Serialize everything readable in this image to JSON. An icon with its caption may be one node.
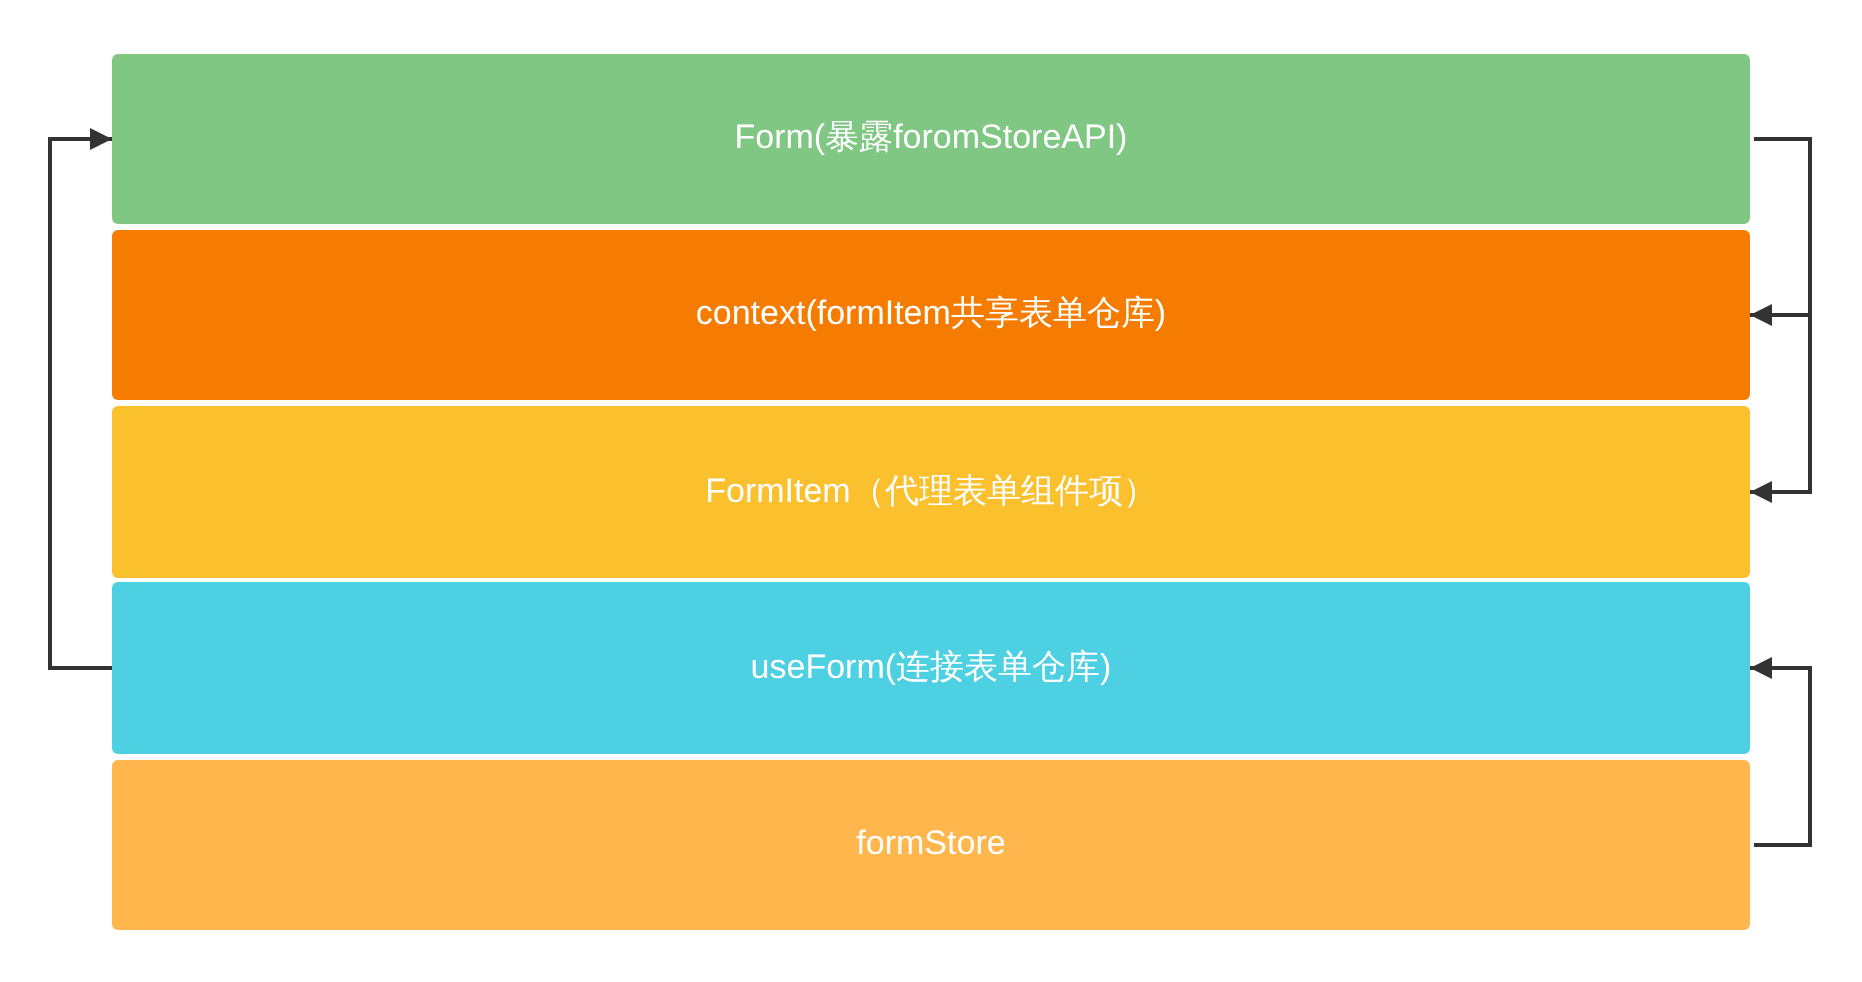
{
  "diagram": {
    "nodes": [
      {
        "text": [
          "Form(暴露foromStoreAPI)"
        ]
      },
      {
        "text": [
          "context(formItem共享表单仓库)"
        ]
      },
      {
        "text": [
          "FormItem（代理表单组件项）"
        ]
      },
      {
        "text": [
          "useForm(连接表单仓库)"
        ]
      },
      {
        "text": [
          "formStore"
        ]
      }
    ],
    "edges": [
      {
        "from": 3,
        "to": 0,
        "arrow": "to"
      },
      {
        "from": 0,
        "to": 1,
        "arrow": "to"
      },
      {
        "from": 0,
        "to": 2,
        "arrow": "to"
      },
      {
        "from": 4,
        "to": 3,
        "arrow": "to"
      }
    ]
  }
}
